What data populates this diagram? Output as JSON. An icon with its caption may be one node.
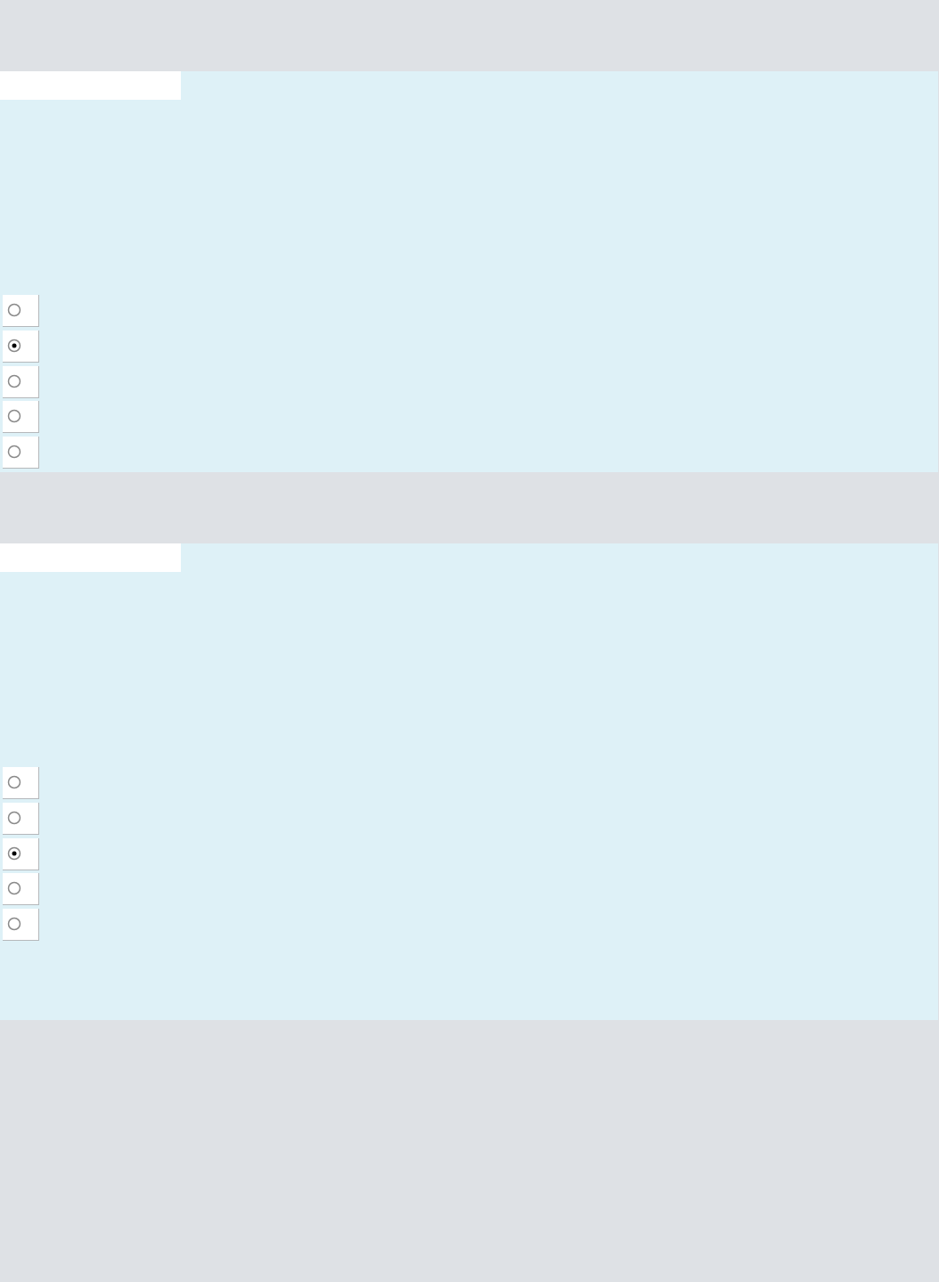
{
  "diagram": {
    "nodes": [
      {
        "text": [],
        "shape": "box"
      },
      {
        "text": [],
        "shape": "box",
        "in": 0
      },
      {
        "text": [],
        "shape": "box",
        "in": 0
      },
      {
        "text": [],
        "shape": "circle",
        "in": 2
      },
      {
        "text": [],
        "shape": "box",
        "in": 0
      },
      {
        "text": [],
        "shape": "dot",
        "in": 4
      },
      {
        "text": [],
        "shape": "box",
        "in": 0
      },
      {
        "text": [],
        "shape": "circle",
        "in": 6
      },
      {
        "text": [],
        "shape": "box",
        "in": 0
      },
      {
        "text": [],
        "shape": "circle",
        "in": 8
      },
      {
        "text": [],
        "shape": "box",
        "in": 0
      },
      {
        "text": [],
        "shape": "circle",
        "in": 10
      },
      {
        "text": [],
        "shape": "box"
      },
      {
        "text": [],
        "shape": "box",
        "in": 12
      },
      {
        "text": [],
        "shape": "box",
        "in": 12
      },
      {
        "text": [],
        "shape": "circle",
        "in": 14
      },
      {
        "text": [],
        "shape": "box",
        "in": 12
      },
      {
        "text": [],
        "shape": "circle",
        "in": 16
      },
      {
        "text": [],
        "shape": "box",
        "in": 12
      },
      {
        "text": [],
        "shape": "dot",
        "in": 18
      },
      {
        "text": [],
        "shape": "box",
        "in": 12
      },
      {
        "text": [],
        "shape": "circle",
        "in": 20
      },
      {
        "text": [],
        "shape": "box",
        "in": 12
      },
      {
        "text": [],
        "shape": "circle",
        "in": 22
      }
    ]
  }
}
